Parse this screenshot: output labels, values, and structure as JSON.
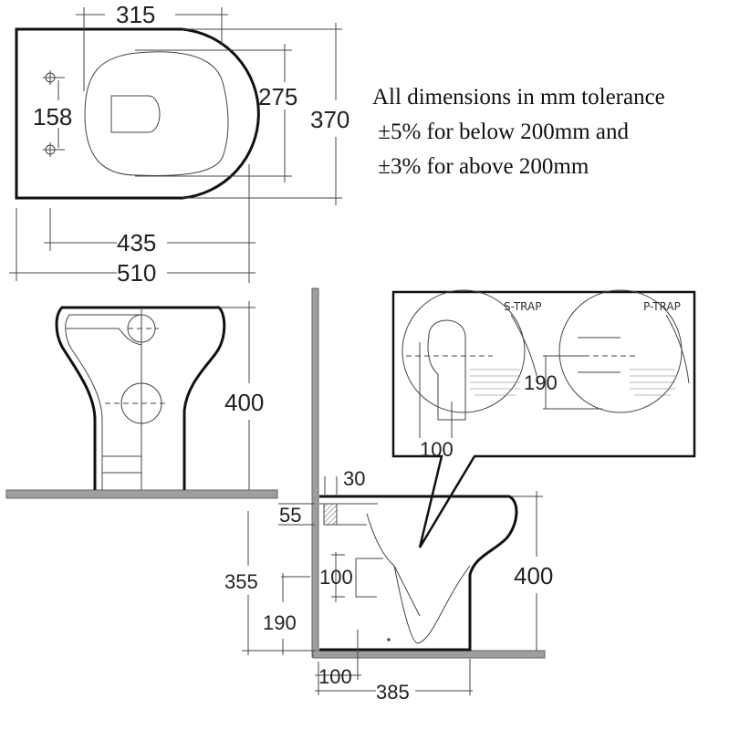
{
  "note": {
    "line1": "All dimensions in mm tolerance",
    "line2": " ±5% for below 200mm and",
    "line3": " ±3% for above 200mm"
  },
  "plan_view": {
    "dims": {
      "seat_to_front": "315",
      "fixing_spacing": "158",
      "seat_width": "275",
      "overall_width": "370",
      "fixing_to_front": "435",
      "overall_length": "510"
    }
  },
  "front_view": {
    "dims": {
      "height": "400"
    }
  },
  "trap_detail": {
    "s_trap_label": "S-TRAP",
    "p_trap_label": "P-TRAP",
    "dims": {
      "p_trap_height": "190",
      "s_trap_offset": "100"
    }
  },
  "side_view": {
    "dims": {
      "cistern_gap": "30",
      "inlet_height": "55",
      "inlet_top_height": "355",
      "outlet_height": "190",
      "outlet_diameter": "100",
      "height": "400",
      "wall_to_outlet": "100",
      "depth": "385"
    }
  },
  "colors": {
    "floor": "#9e9e9e",
    "line": "#111111"
  }
}
